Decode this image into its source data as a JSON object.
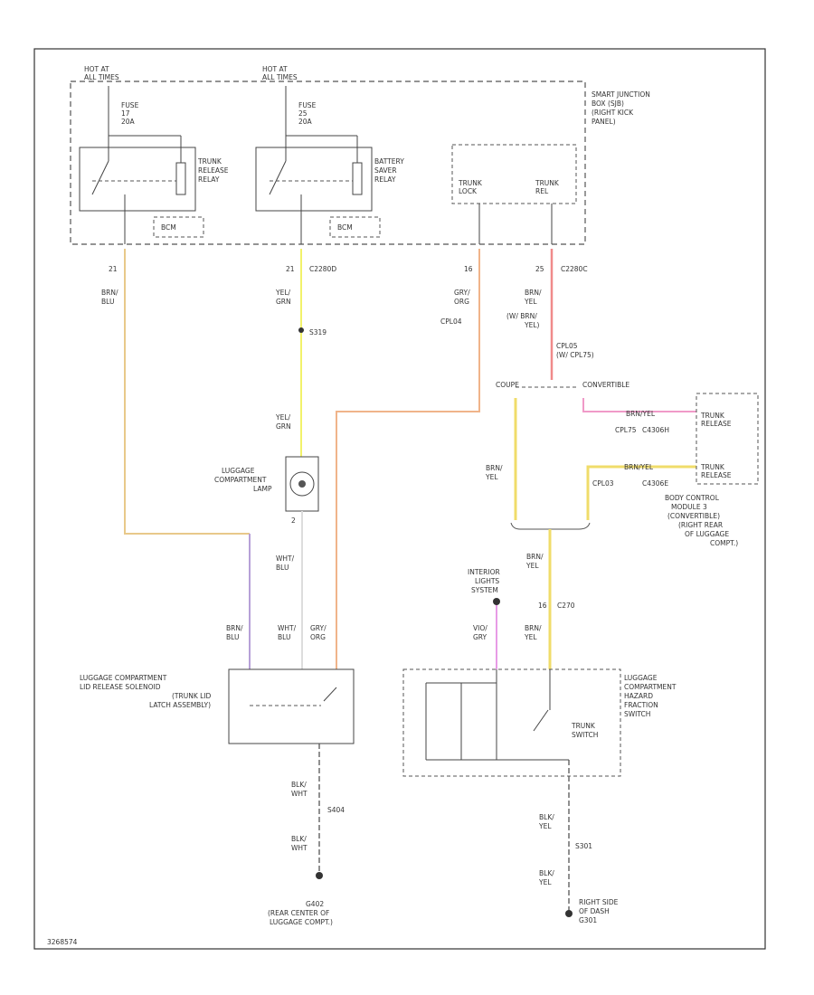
{
  "labels": {
    "hot_1": "HOT AT",
    "hot_1b": "ALL TIMES",
    "hot_2": "HOT AT",
    "hot_2b": "ALL TIMES",
    "fuse1_a": "FUSE",
    "fuse1_b": "17",
    "fuse1_c": "20A",
    "fuse2_a": "FUSE",
    "fuse2_b": "25",
    "fuse2_c": "20A",
    "relay1_a": "TRUNK",
    "relay1_b": "RELEASE",
    "relay1_c": "RELAY",
    "relay2_a": "BATTERY",
    "relay2_b": "SAVER",
    "relay2_c": "RELAY",
    "bcm_a": "BCM",
    "bcm_b": "BCM",
    "trunk_lock": "TRUNK",
    "trunk_lock_b": "LOCK",
    "trunk_rel": "TRUNK",
    "trunk_rel_b": "REL",
    "sjb_a": "SMART JUNCTION",
    "sjb_b": "BOX (SJB)",
    "sjb_c": "(RIGHT KICK",
    "sjb_d": "PANEL)",
    "pin_21a": "21",
    "pin_21b": "21",
    "pin_16": "16",
    "pin_25": "25",
    "conn_c2280d": "C2280D",
    "conn_c2280c": "C2280C",
    "w1_a": "BRN/",
    "w1_b": "BLU",
    "w2_a": "YEL/",
    "w2_b": "GRN",
    "w3_a": "GRY/",
    "w3_b": "ORG",
    "w4_a": "BRN/",
    "w4_b": "YEL",
    "w4_c": "(W/ BRN/",
    "w4_d": "YEL)",
    "cplo4": "CPL04",
    "cplo5": "CPL05",
    "cplo5b": "(W/ CPL75)",
    "s319": "S319",
    "coupe": "COUPE",
    "convertible": "CONVERTIBLE",
    "w_brn_yel_1": "BRN/YEL",
    "c4306h": "C4306H",
    "cpl75": "CPL75",
    "trunk_release_out": "TRUNK",
    "trunk_release_out_b": "RELEASE",
    "w_brn_yel_2": "BRN/YEL",
    "cpl03": "CPL03",
    "c4306e": "C4306E",
    "trunk_release_sw": "TRUNK",
    "trunk_release_sw_b": "RELEASE",
    "bcm_desc_a": "BODY CONTROL",
    "bcm_desc_b": "MODULE 3",
    "bcm_desc_c": "(CONVERTIBLE)",
    "bcm_desc_d": "(RIGHT REAR",
    "bcm_desc_e": "OF LUGGAGE",
    "bcm_desc_f": "COMPT.)",
    "yel_grn_2a": "YEL/",
    "yel_grn_2b": "GRN",
    "lamp_a": "LUGGAGE",
    "lamp_b": "COMPARTMENT",
    "lamp_c": "LAMP",
    "lamp_pin2": "2",
    "brn_yel_mid_a": "BRN/",
    "brn_yel_mid_b": "YEL",
    "wht_blu_a": "WHT/",
    "wht_blu_b": "BLU",
    "brn_yel_low_a": "BRN/",
    "brn_yel_low_b": "YEL",
    "pin_16b": "16",
    "c270": "C270",
    "interior_a": "INTERIOR",
    "interior_b": "LIGHTS",
    "interior_c": "SYSTEM",
    "brn_blu_low_a": "BRN/",
    "brn_blu_low_b": "BLU",
    "wht_blu_low_a": "WHT/",
    "wht_blu_low_b": "BLU",
    "gry_org_low_a": "GRY/",
    "gry_org_low_b": "ORG",
    "vio_gry_a": "VIO/",
    "vio_gry_b": "GRY",
    "brn_yel_sw_a": "BRN/",
    "brn_yel_sw_b": "YEL",
    "latch_a": "LUGGAGE COMPARTMENT",
    "latch_b": "LID RELEASE SOLENOID",
    "latch_c": "(TRUNK LID",
    "latch_d": "LATCH ASSEMBLY)",
    "sw_a": "LUGGAGE",
    "sw_b": "COMPARTMENT",
    "sw_c": "HAZARD",
    "sw_d": "FRACTION",
    "sw_e": "SWITCH",
    "trunk_sw_a": "TRUNK",
    "trunk_sw_b": "SWITCH",
    "blk_wht_1a": "BLK/",
    "blk_wht_1b": "WHT",
    "s404": "S404",
    "blk_wht_2a": "BLK/",
    "blk_wht_2b": "WHT",
    "g402_a": "G402",
    "g402_b": "(REAR CENTER OF",
    "g402_c": "LUGGAGE COMPT.)",
    "blk_yel_1a": "BLK/",
    "blk_yel_1b": "YEL",
    "s301": "S301",
    "blk_yel_2a": "BLK/",
    "blk_yel_2b": "YEL",
    "g301_a": "RIGHT SIDE",
    "g301_b": "OF DASH",
    "g301_c": "G301",
    "footer_code": "3268574"
  },
  "colors": {
    "brn_blu": "#e8c98a",
    "brn_blu_low": "#b7a0d8",
    "yel_grn": "#f2f26a",
    "gry_org": "#f0b48a",
    "brn_yel": "#f0dc6a",
    "red": "#f08a8a",
    "pink": "#f09ac8",
    "wht_blu": "#dddddd",
    "violet": "#e79be6"
  }
}
